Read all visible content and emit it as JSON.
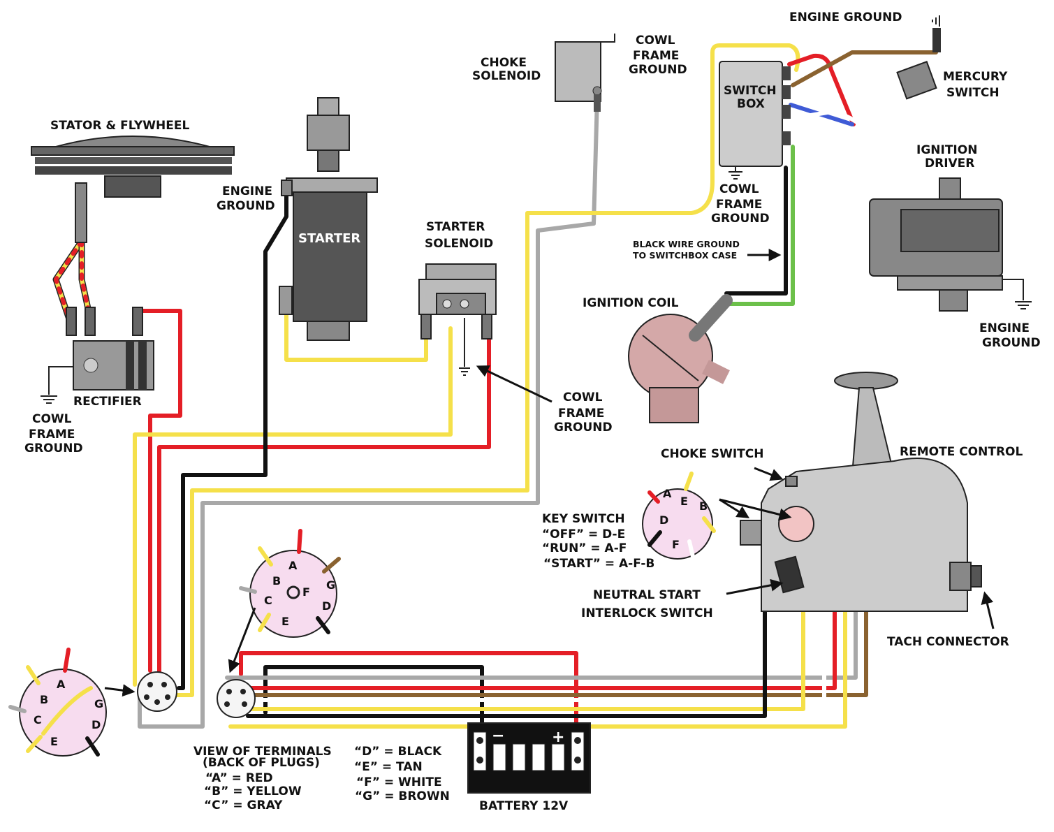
{
  "labels": {
    "engine_ground_top": "ENGINE GROUND",
    "mercury_switch": [
      "MERCURY",
      "SWITCH"
    ],
    "cowl_frame_ground_top": [
      "COWL",
      "FRAME",
      "GROUND"
    ],
    "choke_solenoid": [
      "CHOKE",
      "SOLENOID"
    ],
    "switch_box": [
      "SWITCH",
      "BOX"
    ],
    "stator_flywheel": "STATOR & FLYWHEEL",
    "ignition_driver": [
      "IGNITION",
      "DRIVER"
    ],
    "engine_ground_starter": [
      "ENGINE",
      "GROUND"
    ],
    "starter": "STARTER",
    "cowl_frame_ground_switchbox": [
      "COWL",
      "FRAME",
      "GROUND"
    ],
    "starter_solenoid": [
      "STARTER",
      "SOLENOID"
    ],
    "black_wire_ground": [
      "BLACK WIRE GROUND",
      "TO SWITCHBOX CASE"
    ],
    "ignition_coil": "IGNITION COIL",
    "engine_ground_right": [
      "ENGINE",
      "GROUND"
    ],
    "rectifier": "RECTIFIER",
    "cowl_frame_ground_left": [
      "COWL",
      "FRAME",
      "GROUND"
    ],
    "cowl_frame_ground_middle": [
      "COWL",
      "FRAME",
      "GROUND"
    ],
    "choke_switch": "CHOKE SWITCH",
    "remote_control": "REMOTE CONTROL",
    "key_switch": "KEY SWITCH",
    "key_switch_modes": [
      "“OFF” = D-E",
      "“RUN” = A-F",
      "“START” = A-F-B"
    ],
    "neutral_start": [
      "NEUTRAL START",
      "INTERLOCK SWITCH"
    ],
    "tach_connector": "TACH CONNECTOR",
    "view_of_terminals": [
      "VIEW OF TERMINALS",
      "(BACK OF PLUGS)"
    ],
    "legend_left": [
      "“A” = RED",
      "“B” = YELLOW",
      "“C” = GRAY"
    ],
    "legend_right": [
      "“D” = BLACK",
      "“E” = TAN",
      "“F” = WHITE",
      "“G” = BROWN"
    ],
    "battery": "BATTERY 12V",
    "battery_minus": "−",
    "battery_plus": "+"
  },
  "plug_pins": {
    "top_plug": [
      "A",
      "B",
      "C",
      "D",
      "E",
      "F",
      "G"
    ],
    "left_plug": [
      "A",
      "B",
      "C",
      "D",
      "E",
      "G"
    ],
    "key_switch": [
      "A",
      "B",
      "D",
      "E",
      "F"
    ]
  },
  "colors": {
    "red": "#e41e26",
    "yellow": "#f5e04a",
    "black": "#111111",
    "gray": "#a8a8a8",
    "brown": "#8a6230",
    "white": "#ffffff",
    "green": "#6cc04a",
    "blue": "#3f5bd6",
    "plug_pink": "#f7dcef",
    "coil_pink": "#d4a8a8"
  }
}
